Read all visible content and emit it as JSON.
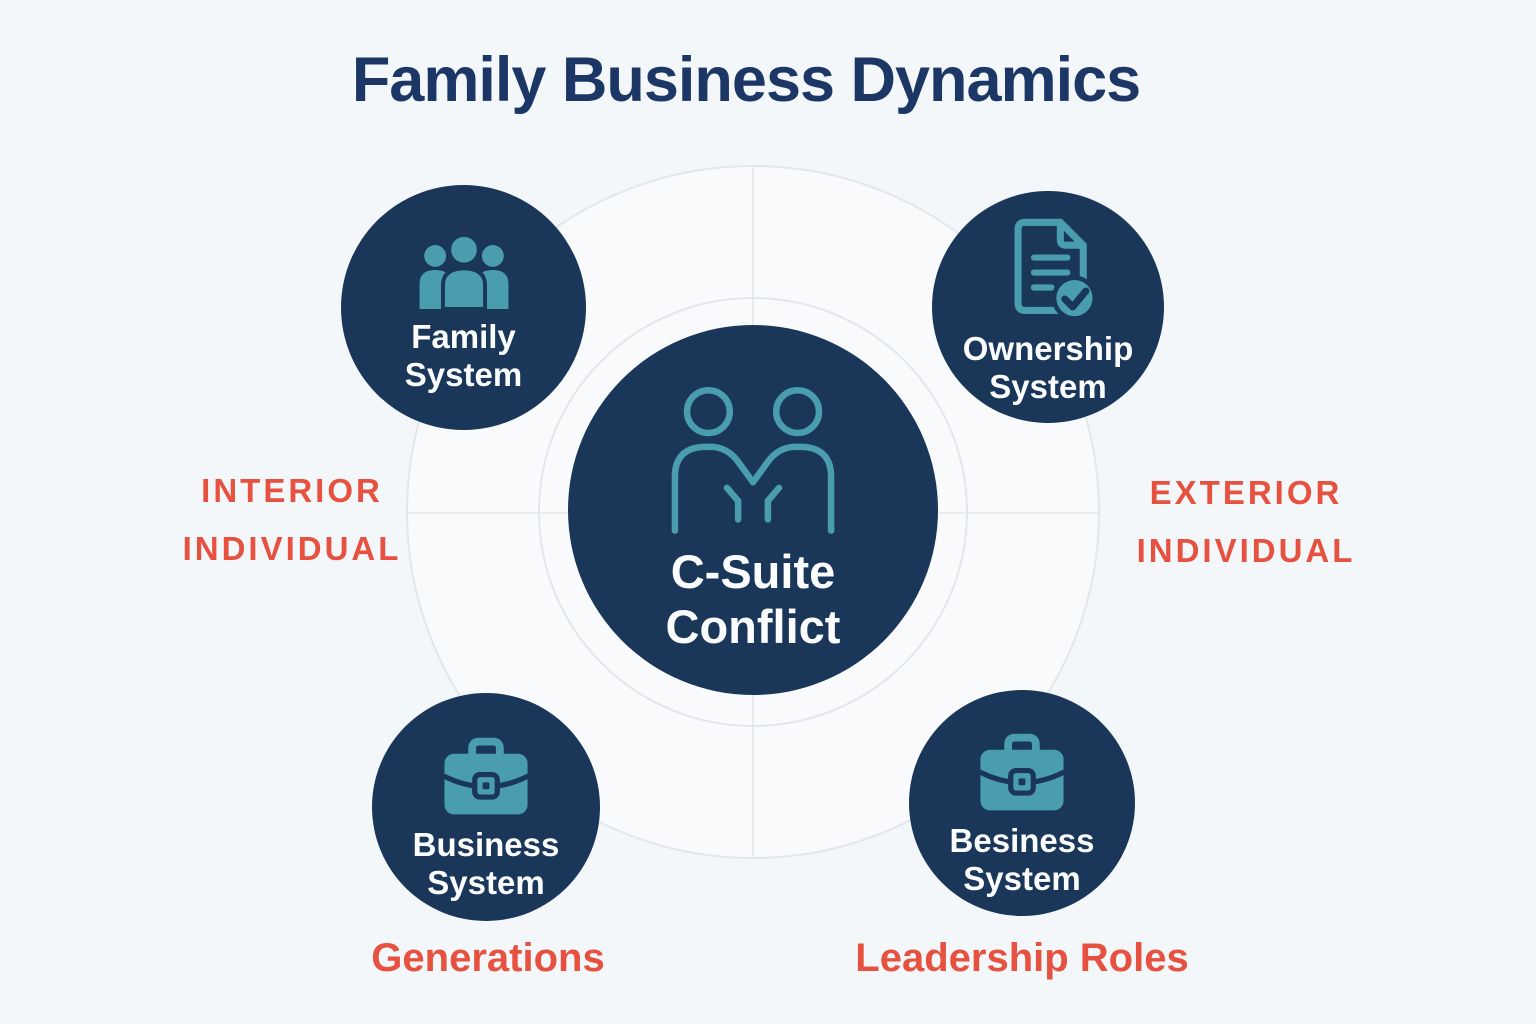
{
  "title": "Family Business Dynamics",
  "center_node": {
    "icon": "handshake-people-icon",
    "line1": "C-Suite",
    "line2": "Conflict"
  },
  "nodes": [
    {
      "id": "family",
      "icon": "family-group-icon",
      "line1": "Family",
      "line2": "System"
    },
    {
      "id": "ownership",
      "icon": "document-check-icon",
      "line1": "Ownership",
      "line2": "System"
    },
    {
      "id": "business",
      "icon": "briefcase-icon",
      "line1": "Business",
      "line2": "System"
    },
    {
      "id": "besiness",
      "icon": "briefcase-icon",
      "line1": "Besiness",
      "line2": "System"
    }
  ],
  "annotations": {
    "left_top": "INTERIOR",
    "left_bottom": "INDIVIDUAL",
    "right_top": "EXTERIOR",
    "right_bottom": "INDIVIDUAL",
    "bottom_left": "Generations",
    "bottom_right": "Leadership Roles"
  },
  "colors": {
    "bg": "#f4f7fa",
    "ringfill": "#f8fafc",
    "ring": "#e2e7ed",
    "navy": "#1a3659",
    "navytext": "#1c3766",
    "teal": "#4a9dae",
    "red": "#e65140",
    "white": "#fafcfd"
  }
}
